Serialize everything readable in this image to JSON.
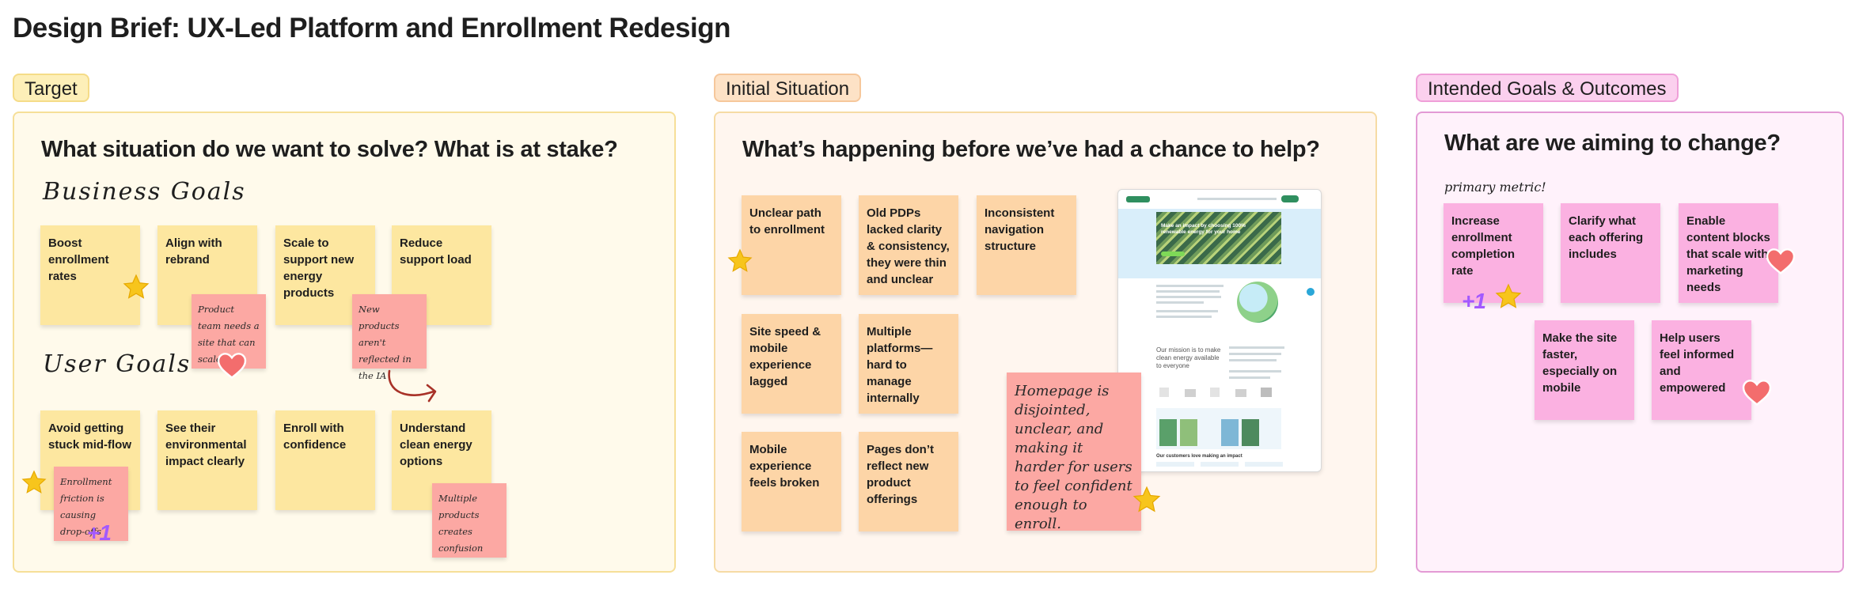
{
  "page": {
    "title": "Design Brief: UX-Led Platform and Enrollment Redesign"
  },
  "colors": {
    "yellow_note": "#fde7a0",
    "orange_note": "#fdd5a7",
    "pink_note": "#fbb1e1",
    "red_note": "#fca8a3",
    "star": "#f7c51c",
    "heart": "#f36d6d",
    "plus_one": "#a259ff"
  },
  "icons": {
    "star": "star-icon",
    "heart": "heart-icon",
    "arrow": "curved-arrow-icon"
  },
  "target": {
    "label": "Target",
    "question": "What situation do we want to solve? What is at stake?",
    "business_goals_heading": "Business Goals",
    "user_goals_heading": "User Goals",
    "business_goals": [
      "Boost enrollment rates",
      "Align with rebrand",
      "Scale to support new energy products",
      "Reduce support load"
    ],
    "user_goals": [
      "Avoid getting stuck mid-flow",
      "See their environmental impact clearly",
      "Enroll with confidence",
      "Understand clean energy options"
    ],
    "comments": [
      "Product team needs a site that can scale",
      "New products aren't reflected in the IA",
      "Enrollment friction is causing drop-offs",
      "Multiple products creates confusion"
    ],
    "vote": "+1"
  },
  "initial": {
    "label": "Initial Situation",
    "question": "What’s happening before we’ve had a chance to help?",
    "notes": [
      "Unclear path to enrollment",
      "Old PDPs lacked clarity & consistency, they were thin and unclear",
      "Inconsistent navigation structure",
      "Site speed & mobile experience lagged",
      "Multiple platforms—hard to manage internally",
      "Mobile experience feels broken",
      "Pages don’t reflect new product offerings"
    ],
    "comment": "Homepage is disjointed, unclear, and making it harder for users to feel confident enough to enroll.",
    "screenshot": {
      "hero_text": "Make an impact by choosing 100% renewable energy for your home",
      "mission": "Our mission is to make clean energy available to everyone",
      "footer_text": "Our customers love making an impact"
    }
  },
  "goals": {
    "label": "Intended Goals & Outcomes",
    "question": "What are we aiming to change?",
    "primary_metric_label": "primary metric!",
    "notes": [
      "Increase enrollment completion rate",
      "Clarify what each offering includes",
      "Enable content blocks that scale with marketing needs",
      "Make the site faster, especially on mobile",
      "Help users feel informed and empowered"
    ],
    "vote": "+1"
  }
}
